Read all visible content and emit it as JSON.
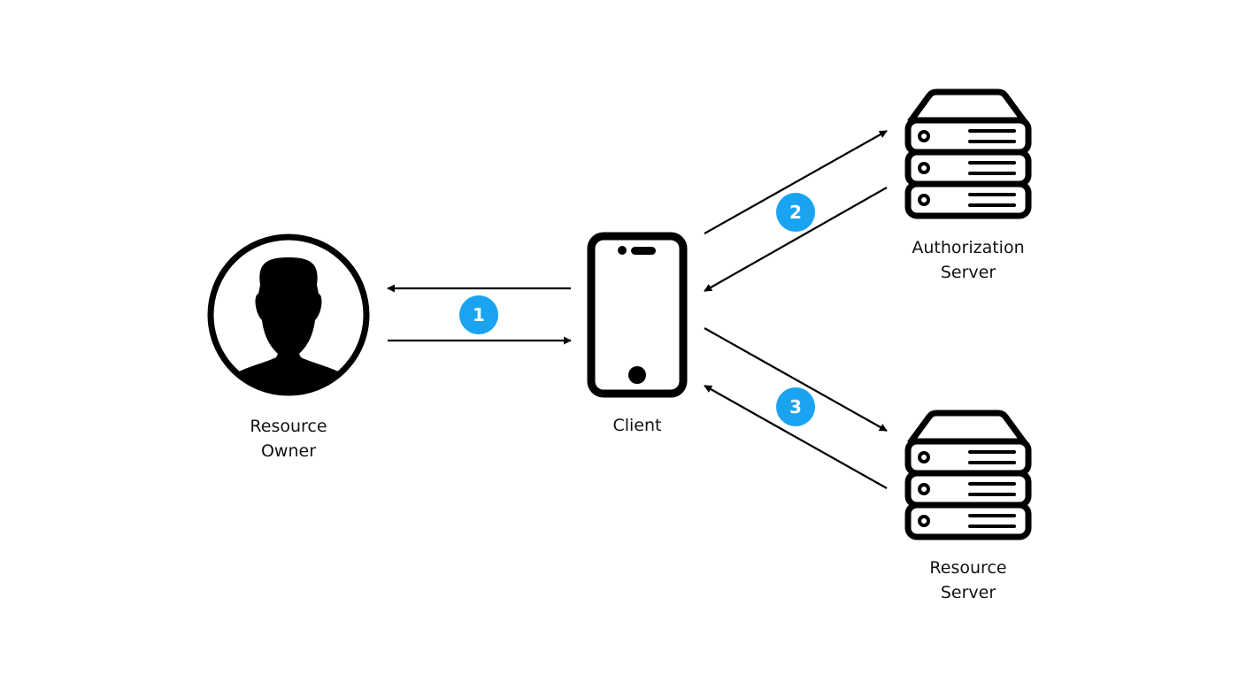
{
  "colors": {
    "stroke": "#000000",
    "icon_fill": "#000000",
    "badge": "#1aa3f0",
    "badge_text": "#ffffff",
    "background": "#ffffff"
  },
  "nodes": {
    "resource_owner": {
      "icon": "user-silhouette-icon",
      "label_lines": [
        "Resource",
        "Owner"
      ]
    },
    "client": {
      "icon": "mobile-phone-icon",
      "label_lines": [
        "Client"
      ]
    },
    "authorization_server": {
      "icon": "server-stack-icon",
      "label_lines": [
        "Authorization",
        "Server"
      ]
    },
    "resource_server": {
      "icon": "server-stack-icon",
      "label_lines": [
        "Resource",
        "Server"
      ]
    }
  },
  "steps": [
    {
      "number": "1"
    },
    {
      "number": "2"
    },
    {
      "number": "3"
    }
  ]
}
